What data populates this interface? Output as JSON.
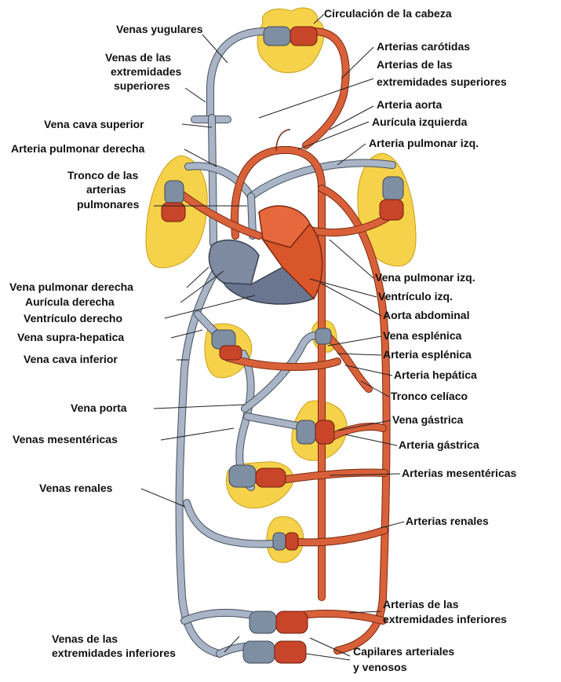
{
  "labels": {
    "circulacion_cabeza": "Circulación de la cabeza",
    "venas_yugulares": "Venas yugulares",
    "venas_ext_sup_1": "Venas de las",
    "venas_ext_sup_2": "extremidades",
    "venas_ext_sup_3": "superiores",
    "arterias_carotidas": "Arterias carótidas",
    "arterias_ext_sup_1": "Arterias de las",
    "arterias_ext_sup_2": "extremidades superiores",
    "arteria_aorta": "Arteria aorta",
    "vena_cava_superior": "Vena cava superior",
    "auricula_izquierda": "Aurícula izquierda",
    "arteria_pulmonar_derecha": "Arteria pulmonar derecha",
    "arteria_pulmonar_izq": "Arteria pulmonar izq.",
    "tronco_1": "Tronco de las",
    "tronco_2": "arterias",
    "tronco_3": "pulmonares",
    "vena_pulmonar_derecha": "Vena pulmonar derecha",
    "vena_pulmonar_izq": "Vena pulmonar izq.",
    "auricula_derecha": "Aurícula derecha",
    "ventriculo_izq": "Ventrículo izq.",
    "ventriculo_derecho": "Ventrículo derecho",
    "aorta_abdominal": "Aorta abdominal",
    "vena_supra_hepatica": "Vena supra-hepatica",
    "vena_esplenica": "Vena esplénica",
    "arteria_esplenica": "Arteria esplénica",
    "vena_cava_inferior": "Vena cava inferior",
    "arteria_hepatica": "Arteria hepática",
    "tronco_celiaco": "Tronco celíaco",
    "vena_porta": "Vena porta",
    "vena_gastrica": "Vena gástrica",
    "venas_mesentericas": "Venas mesentéricas",
    "arteria_gastrica": "Arteria gástrica",
    "arterias_mesentericas": "Arterias mesentéricas",
    "venas_renales": "Venas renales",
    "arterias_renales": "Arterias renales",
    "arterias_ext_inf_1": "Arterias de las",
    "arterias_ext_inf_2": "extremidades inferiores",
    "venas_ext_inf_1": "Venas de las",
    "venas_ext_inf_2": "extremidades inferiores",
    "capilares_1": "Capilares arteriales",
    "capilares_2": "y venosos"
  },
  "colors": {
    "vein": "#a9b5c6",
    "artery": "#d9613a",
    "organ": "#f6d24a",
    "text": "#111111"
  }
}
